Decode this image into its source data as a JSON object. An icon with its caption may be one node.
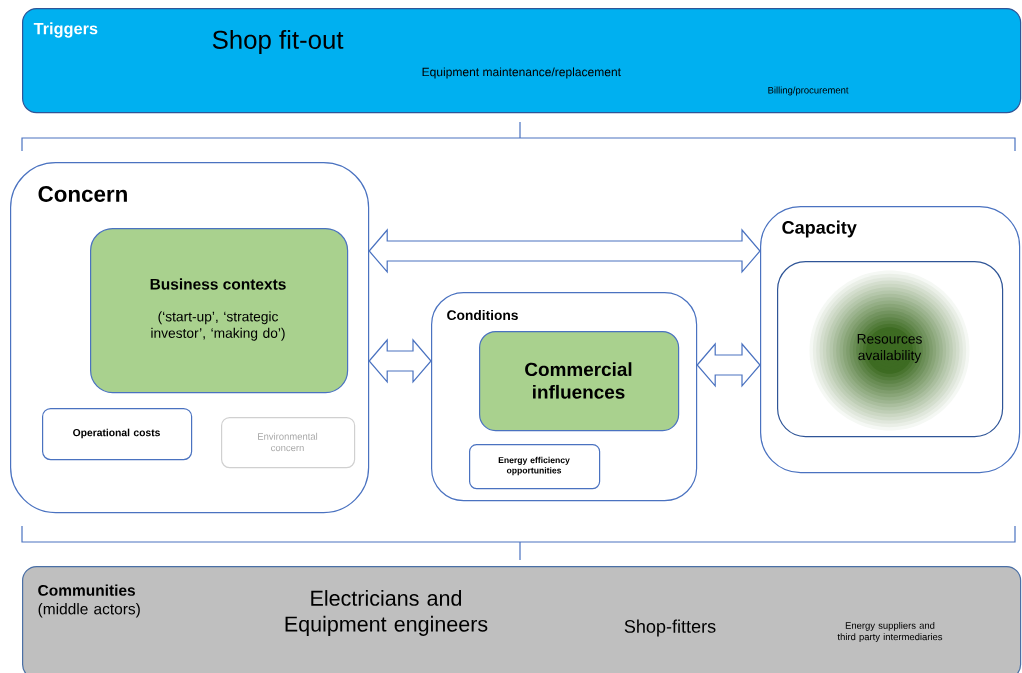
{
  "diagram": {
    "nodes": [
      {
        "text": [
          "Triggers",
          "Shop fit-out",
          "Equipment maintenance/replacement",
          "Billing/procurement"
        ]
      },
      {
        "text": [
          "Concern"
        ]
      },
      {
        "text": [
          "Business contexts",
          "(‘start-up’, ‘strategic investor’, ‘making do’)"
        ],
        "in": 1
      },
      {
        "text": [
          "Operational costs"
        ],
        "in": 1
      },
      {
        "text": [
          "Environmental concern"
        ],
        "in": 1
      },
      {
        "text": [
          "Conditions"
        ]
      },
      {
        "text": [
          "Commercial influences"
        ],
        "in": 5
      },
      {
        "text": [
          "Energy efficiency opportunities"
        ],
        "in": 5
      },
      {
        "text": [
          "Capacity"
        ]
      },
      {
        "text": [
          "Resources availability"
        ],
        "in": 8
      },
      {
        "text": [
          "**Communities** (middle actors)",
          "Electricians and Equipment engineers",
          "Shop-fitters",
          "Energy suppliers and third party intermediaries"
        ]
      }
    ],
    "edges": [
      {
        "from": 1,
        "to": 8,
        "arrow": "both"
      },
      {
        "from": 1,
        "to": 5,
        "arrow": "both"
      },
      {
        "from": 5,
        "to": 8,
        "arrow": "both"
      }
    ]
  }
}
